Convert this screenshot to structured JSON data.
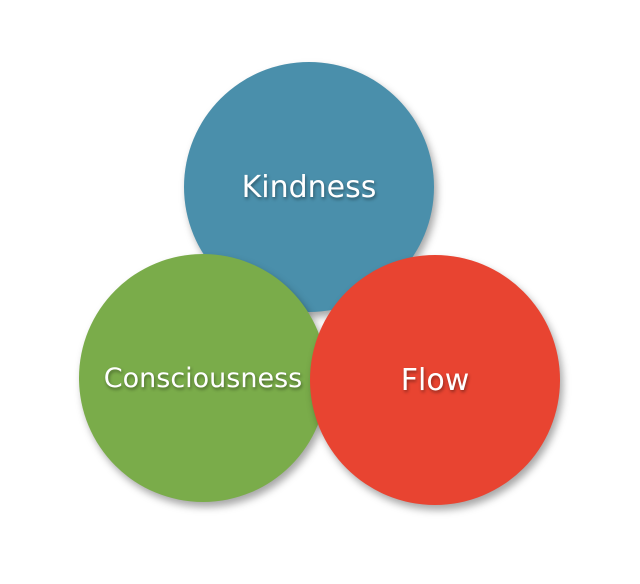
{
  "circles": {
    "kindness": "Kindness",
    "consciousness": "Consciousness",
    "flow": "Flow"
  },
  "colors": {
    "kindness": "#4a8fab",
    "consciousness": "#7aac4a",
    "flow": "#e84431"
  }
}
